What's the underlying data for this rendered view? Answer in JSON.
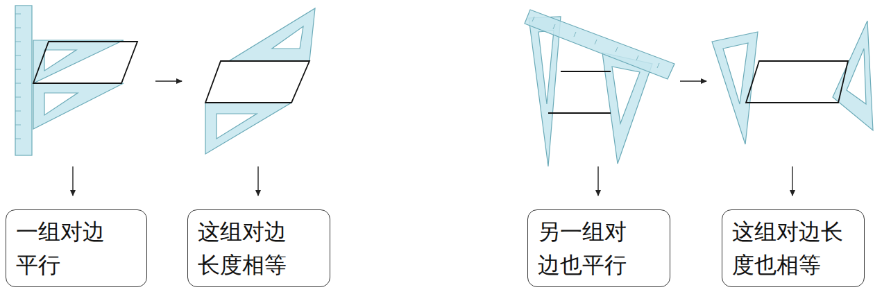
{
  "diagram": {
    "nodes": [
      {
        "text": [
          "一组对边 平行"
        ]
      },
      {
        "text": [
          "这组对边 长度相等"
        ]
      },
      {
        "text": [
          "另一组对 边也平行"
        ]
      },
      {
        "text": [
          "这组对边长 度也相等"
        ]
      }
    ]
  }
}
